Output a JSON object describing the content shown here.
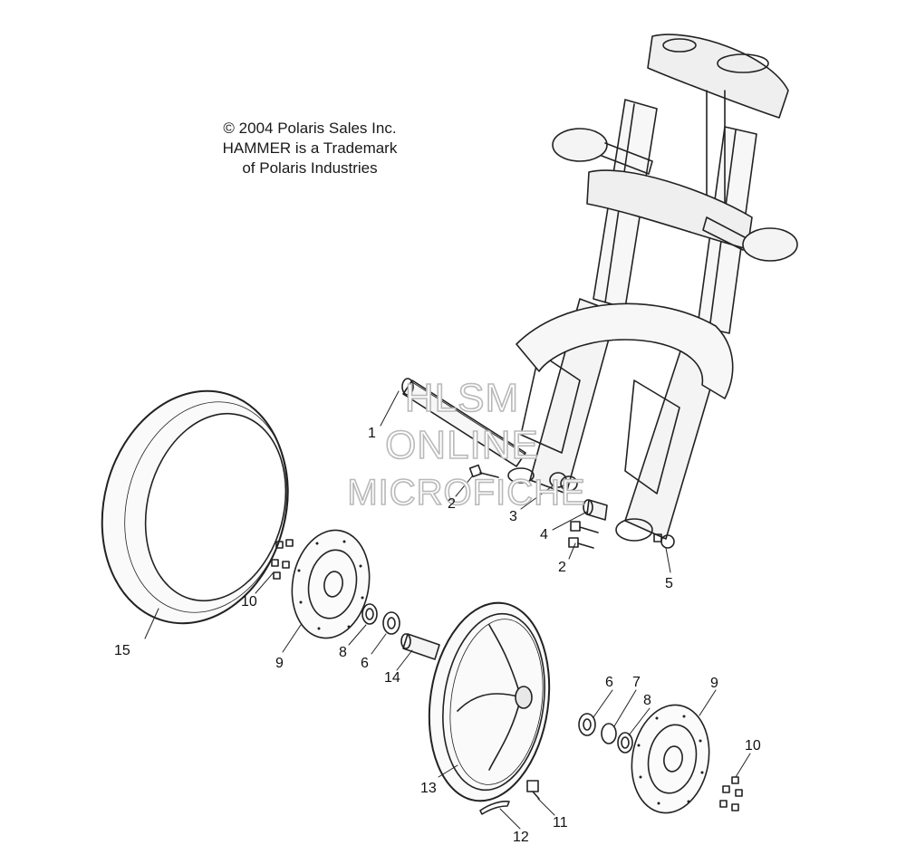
{
  "copyright": {
    "line1": "© 2004 Polaris Sales Inc.",
    "line2": "HAMMER is a Trademark",
    "line3": "of Polaris Industries"
  },
  "watermark": {
    "line1": "HLSM",
    "line2": "ONLINE",
    "line3": "MICROFICHE",
    "color": "#b9b9b9"
  },
  "callouts": {
    "c1": "1",
    "c2a": "2",
    "c2b": "2",
    "c3": "3",
    "c4": "4",
    "c5": "5",
    "c6a": "6",
    "c6b": "6",
    "c7": "7",
    "c8a": "8",
    "c8b": "8",
    "c9a": "9",
    "c9b": "9",
    "c10a": "10",
    "c10b": "10",
    "c11": "11",
    "c12": "12",
    "c13": "13",
    "c14": "14",
    "c15": "15"
  },
  "line_color": "#222222"
}
